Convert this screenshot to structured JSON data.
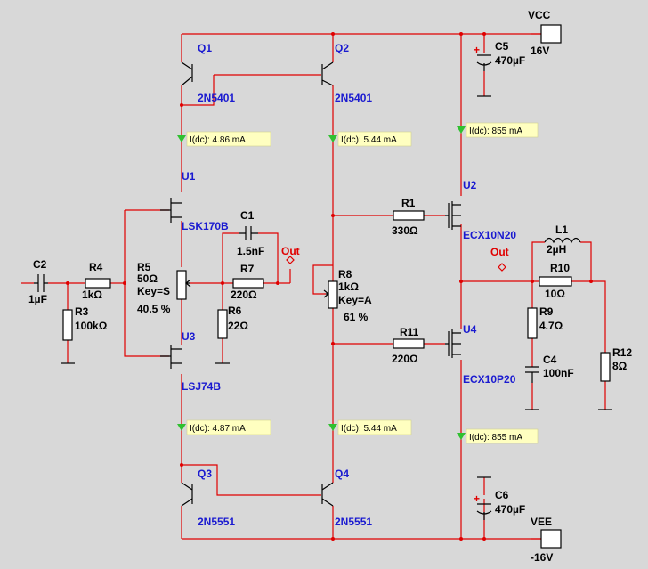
{
  "supplies": {
    "vcc": {
      "name": "VCC",
      "value": "16V"
    },
    "vee": {
      "name": "VEE",
      "value": "-16V"
    }
  },
  "transistors": [
    {
      "id": "q1",
      "ref": "Q1",
      "part": "2N5401"
    },
    {
      "id": "q2",
      "ref": "Q2",
      "part": "2N5401"
    },
    {
      "id": "q3",
      "ref": "Q3",
      "part": "2N5551"
    },
    {
      "id": "q4",
      "ref": "Q4",
      "part": "2N5551"
    },
    {
      "id": "u1",
      "ref": "U1",
      "part": "LSK170B"
    },
    {
      "id": "u3",
      "ref": "U3",
      "part": "LSJ74B"
    },
    {
      "id": "u2",
      "ref": "U2",
      "part": "ECX10N20"
    },
    {
      "id": "u4",
      "ref": "U4",
      "part": "ECX10P20"
    }
  ],
  "resistors": [
    {
      "id": "r1",
      "ref": "R1",
      "value": "330Ω"
    },
    {
      "id": "r3",
      "ref": "R3",
      "value": "100kΩ"
    },
    {
      "id": "r4",
      "ref": "R4",
      "value": "1kΩ"
    },
    {
      "id": "r6",
      "ref": "R6",
      "value": "22Ω"
    },
    {
      "id": "r7",
      "ref": "R7",
      "value": "220Ω"
    },
    {
      "id": "r9",
      "ref": "R9",
      "value": "4.7Ω"
    },
    {
      "id": "r10",
      "ref": "R10",
      "value": "10Ω"
    },
    {
      "id": "r11",
      "ref": "R11",
      "value": "220Ω"
    },
    {
      "id": "r12",
      "ref": "R12",
      "value": "8Ω"
    }
  ],
  "potentiometers": [
    {
      "id": "r5",
      "ref": "R5",
      "value": "50Ω",
      "key": "Key=S",
      "setting": "40.5 %"
    },
    {
      "id": "r8",
      "ref": "R8",
      "value": "1kΩ",
      "key": "Key=A",
      "setting": "61 %"
    }
  ],
  "capacitors": [
    {
      "id": "c1",
      "ref": "C1",
      "value": "1.5nF"
    },
    {
      "id": "c2",
      "ref": "C2",
      "value": "1µF"
    },
    {
      "id": "c4",
      "ref": "C4",
      "value": "100nF"
    },
    {
      "id": "c5",
      "ref": "C5",
      "value": "470µF"
    },
    {
      "id": "c6",
      "ref": "C6",
      "value": "470µF"
    }
  ],
  "inductors": [
    {
      "id": "l1",
      "ref": "L1",
      "value": "2µH"
    }
  ],
  "probes": [
    {
      "id": "p1",
      "text": "I(dc): 4.86 mA"
    },
    {
      "id": "p2",
      "text": "I(dc): 5.44 mA"
    },
    {
      "id": "p3",
      "text": "I(dc): 855 mA"
    },
    {
      "id": "p4",
      "text": "I(dc): 4.87 mA"
    },
    {
      "id": "p5",
      "text": "I(dc): 5.44 mA"
    },
    {
      "id": "p6",
      "text": "I(dc): 855 mA"
    }
  ],
  "connectors": [
    {
      "id": "out1",
      "text": "Out"
    },
    {
      "id": "out2",
      "text": "Out"
    }
  ],
  "colors": {
    "wire": "#e00000",
    "label": "#1a1ad0",
    "probe_bg": "#ffffc0",
    "probe_arrow": "#30c030"
  }
}
